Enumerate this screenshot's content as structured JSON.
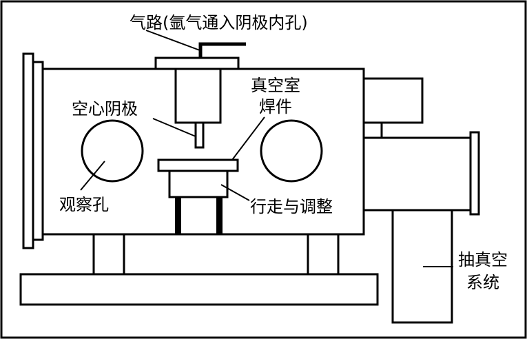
{
  "labels": {
    "gas_path": "气路(氩气通入阴极内孔)",
    "vacuum_chamber": "真空室",
    "weldment": "焊件",
    "hollow_cathode": "空心阴极",
    "observation_hole": "观察孔",
    "travel_adjust": "行走与调整",
    "vacuum_pump_line1": "抽真空",
    "vacuum_pump_line2": "系统"
  },
  "colors": {
    "stroke": "#000000",
    "background": "#ffffff"
  }
}
